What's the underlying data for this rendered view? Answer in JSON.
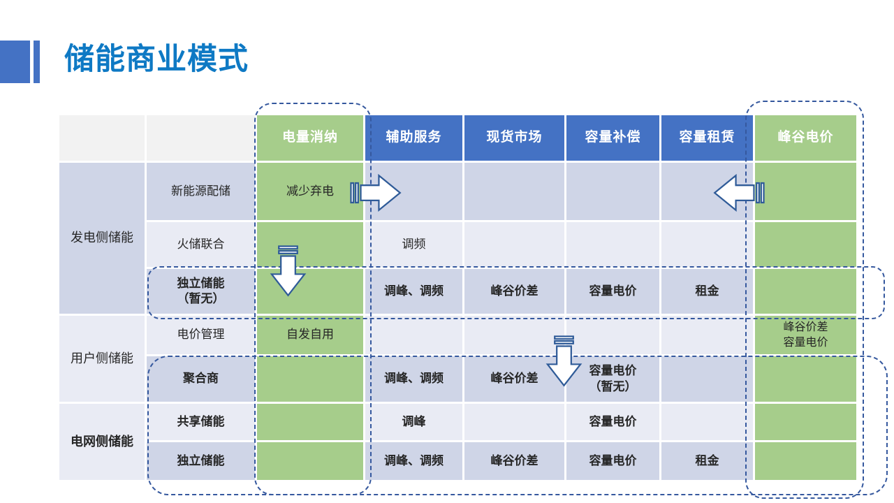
{
  "title": "储能商业模式",
  "colors": {
    "header_blue": "#4472C4",
    "green": "#A6CD8B",
    "band_dark": "#CFD5E7",
    "band_light": "#E9EBF4",
    "header_gray": "#F2F2F2",
    "dash_blue": "#35589E",
    "accent_blue": "#4472C4",
    "title_blue": "#0E79C4",
    "arrow_stroke": "#2F5B98",
    "text": "#262626"
  },
  "table": {
    "header": [
      {
        "label": "",
        "style": "gray"
      },
      {
        "label": "",
        "style": "gray"
      },
      {
        "label": "电量消纳",
        "style": "green"
      },
      {
        "label": "辅助服务",
        "style": "blue"
      },
      {
        "label": "现货市场",
        "style": "blue"
      },
      {
        "label": "容量补偿",
        "style": "blue"
      },
      {
        "label": "容量租赁",
        "style": "blue"
      },
      {
        "label": "峰谷电价",
        "style": "green"
      }
    ],
    "groups": [
      {
        "label": "发电侧储能",
        "bold": false,
        "span": 3,
        "band": "dark"
      },
      {
        "label": "用户侧储能",
        "bold": false,
        "span": 2,
        "band": "light"
      },
      {
        "label": "电网侧储能",
        "bold": true,
        "span": 2,
        "band": "light"
      }
    ],
    "rows": [
      {
        "label": "新能源配储",
        "bold": false,
        "band": "dark",
        "cells": [
          "减少弃电",
          "",
          "",
          "",
          "",
          ""
        ]
      },
      {
        "label": "火储联合",
        "bold": false,
        "band": "light",
        "cells": [
          "",
          "调频",
          "",
          "",
          "",
          ""
        ]
      },
      {
        "label": "独立储能\n（暂无）",
        "bold": true,
        "band": "dark",
        "cells": [
          "",
          "调峰、调频",
          "峰谷价差",
          "容量电价",
          "租金",
          ""
        ]
      },
      {
        "label": "电价管理",
        "bold": false,
        "band": "light",
        "cells": [
          "自发自用",
          "",
          "",
          "",
          "",
          "峰谷价差\n容量电价"
        ]
      },
      {
        "label": "聚合商",
        "bold": true,
        "band": "dark",
        "cells": [
          "",
          "调峰、调频",
          "峰谷价差",
          "容量电价\n（暂无）",
          "",
          ""
        ]
      },
      {
        "label": "共享储能",
        "bold": true,
        "band": "light",
        "cells": [
          "",
          "调峰",
          "",
          "容量电价",
          "",
          ""
        ]
      },
      {
        "label": "独立储能",
        "bold": true,
        "band": "dark",
        "cells": [
          "",
          "调峰、调频",
          "峰谷价差",
          "容量电价",
          "租金",
          ""
        ]
      }
    ]
  },
  "annotations": {
    "dashed_highlights": [
      "consumption-column",
      "peak-valley-price-column",
      "independent-storage-row",
      "aggregator-and-grid-side-rows"
    ],
    "arrows": [
      {
        "icon": "striped-arrow-right-icon"
      },
      {
        "icon": "striped-arrow-left-icon"
      },
      {
        "icon": "striped-arrow-down-icon"
      },
      {
        "icon": "striped-arrow-down-icon"
      }
    ]
  }
}
